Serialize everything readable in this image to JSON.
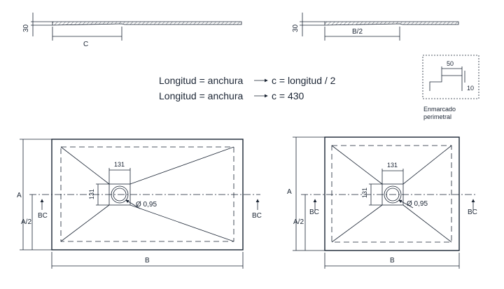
{
  "profile_left": {
    "height_label": "30",
    "width_label": "C"
  },
  "profile_right": {
    "height_label": "30",
    "width_label": "B/2"
  },
  "formulas": {
    "line1_left": "Longitud = anchura",
    "line1_right": "c = longitud / 2",
    "line2_left": "Longitud = anchura",
    "line2_right": "c = 430"
  },
  "detail": {
    "dim_width": "50",
    "dim_height": "10",
    "caption_line1": "Enmarcado",
    "caption_line2": "perimetral"
  },
  "plan_left": {
    "dim_a": "A",
    "dim_a_half": "A/2",
    "dim_b": "B",
    "bc_left": "BC",
    "bc_right": "BC",
    "drain_width": "131",
    "drain_height": "131",
    "drain_diameter": "Ø 0,95"
  },
  "plan_right": {
    "dim_a": "A",
    "dim_a_half": "A/2",
    "dim_b": "B",
    "bc_left": "BC",
    "bc_right": "BC",
    "drain_width": "131",
    "drain_height": "131",
    "drain_diameter": "Ø 0,95"
  },
  "colors": {
    "ink": "#1a2433",
    "background": "#ffffff"
  }
}
